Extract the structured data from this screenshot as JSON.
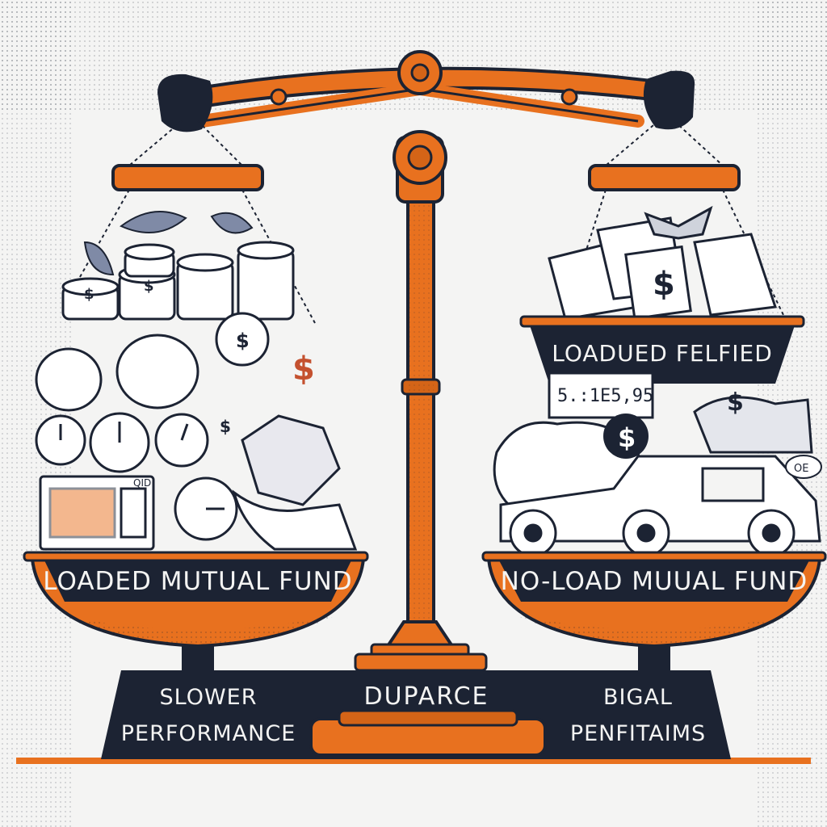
{
  "colors": {
    "orange": "#e8711f",
    "dark_orange": "#c65a12",
    "navy": "#1c2333",
    "paper": "#f4f4f3",
    "ink": "#222222"
  },
  "icons": [
    "coin-stack-icon",
    "money-bag-icon",
    "clock-icon",
    "diamond-icon",
    "hand-icon",
    "dollar-icon",
    "car-icon",
    "animal-icon",
    "banknote-icon",
    "leaf-icon",
    "price-display-icon",
    "bow-icon"
  ],
  "left_pan": {
    "label": "LOADED MUTUAL FUND",
    "register_text": "QID"
  },
  "right_pan": {
    "label": "NO-LOAD MUUAL FUND",
    "upper_label": "LOADUED FELFIED",
    "price_display": "5.:1E5,95",
    "tag_text": "OE"
  },
  "base": {
    "left_text_line1": "SLOWER",
    "left_text_line2": "PERFORMANCE",
    "center_text": "DUPARCE",
    "right_text_line1": "BIGAL",
    "right_text_line2": "PENFITAIMS"
  }
}
